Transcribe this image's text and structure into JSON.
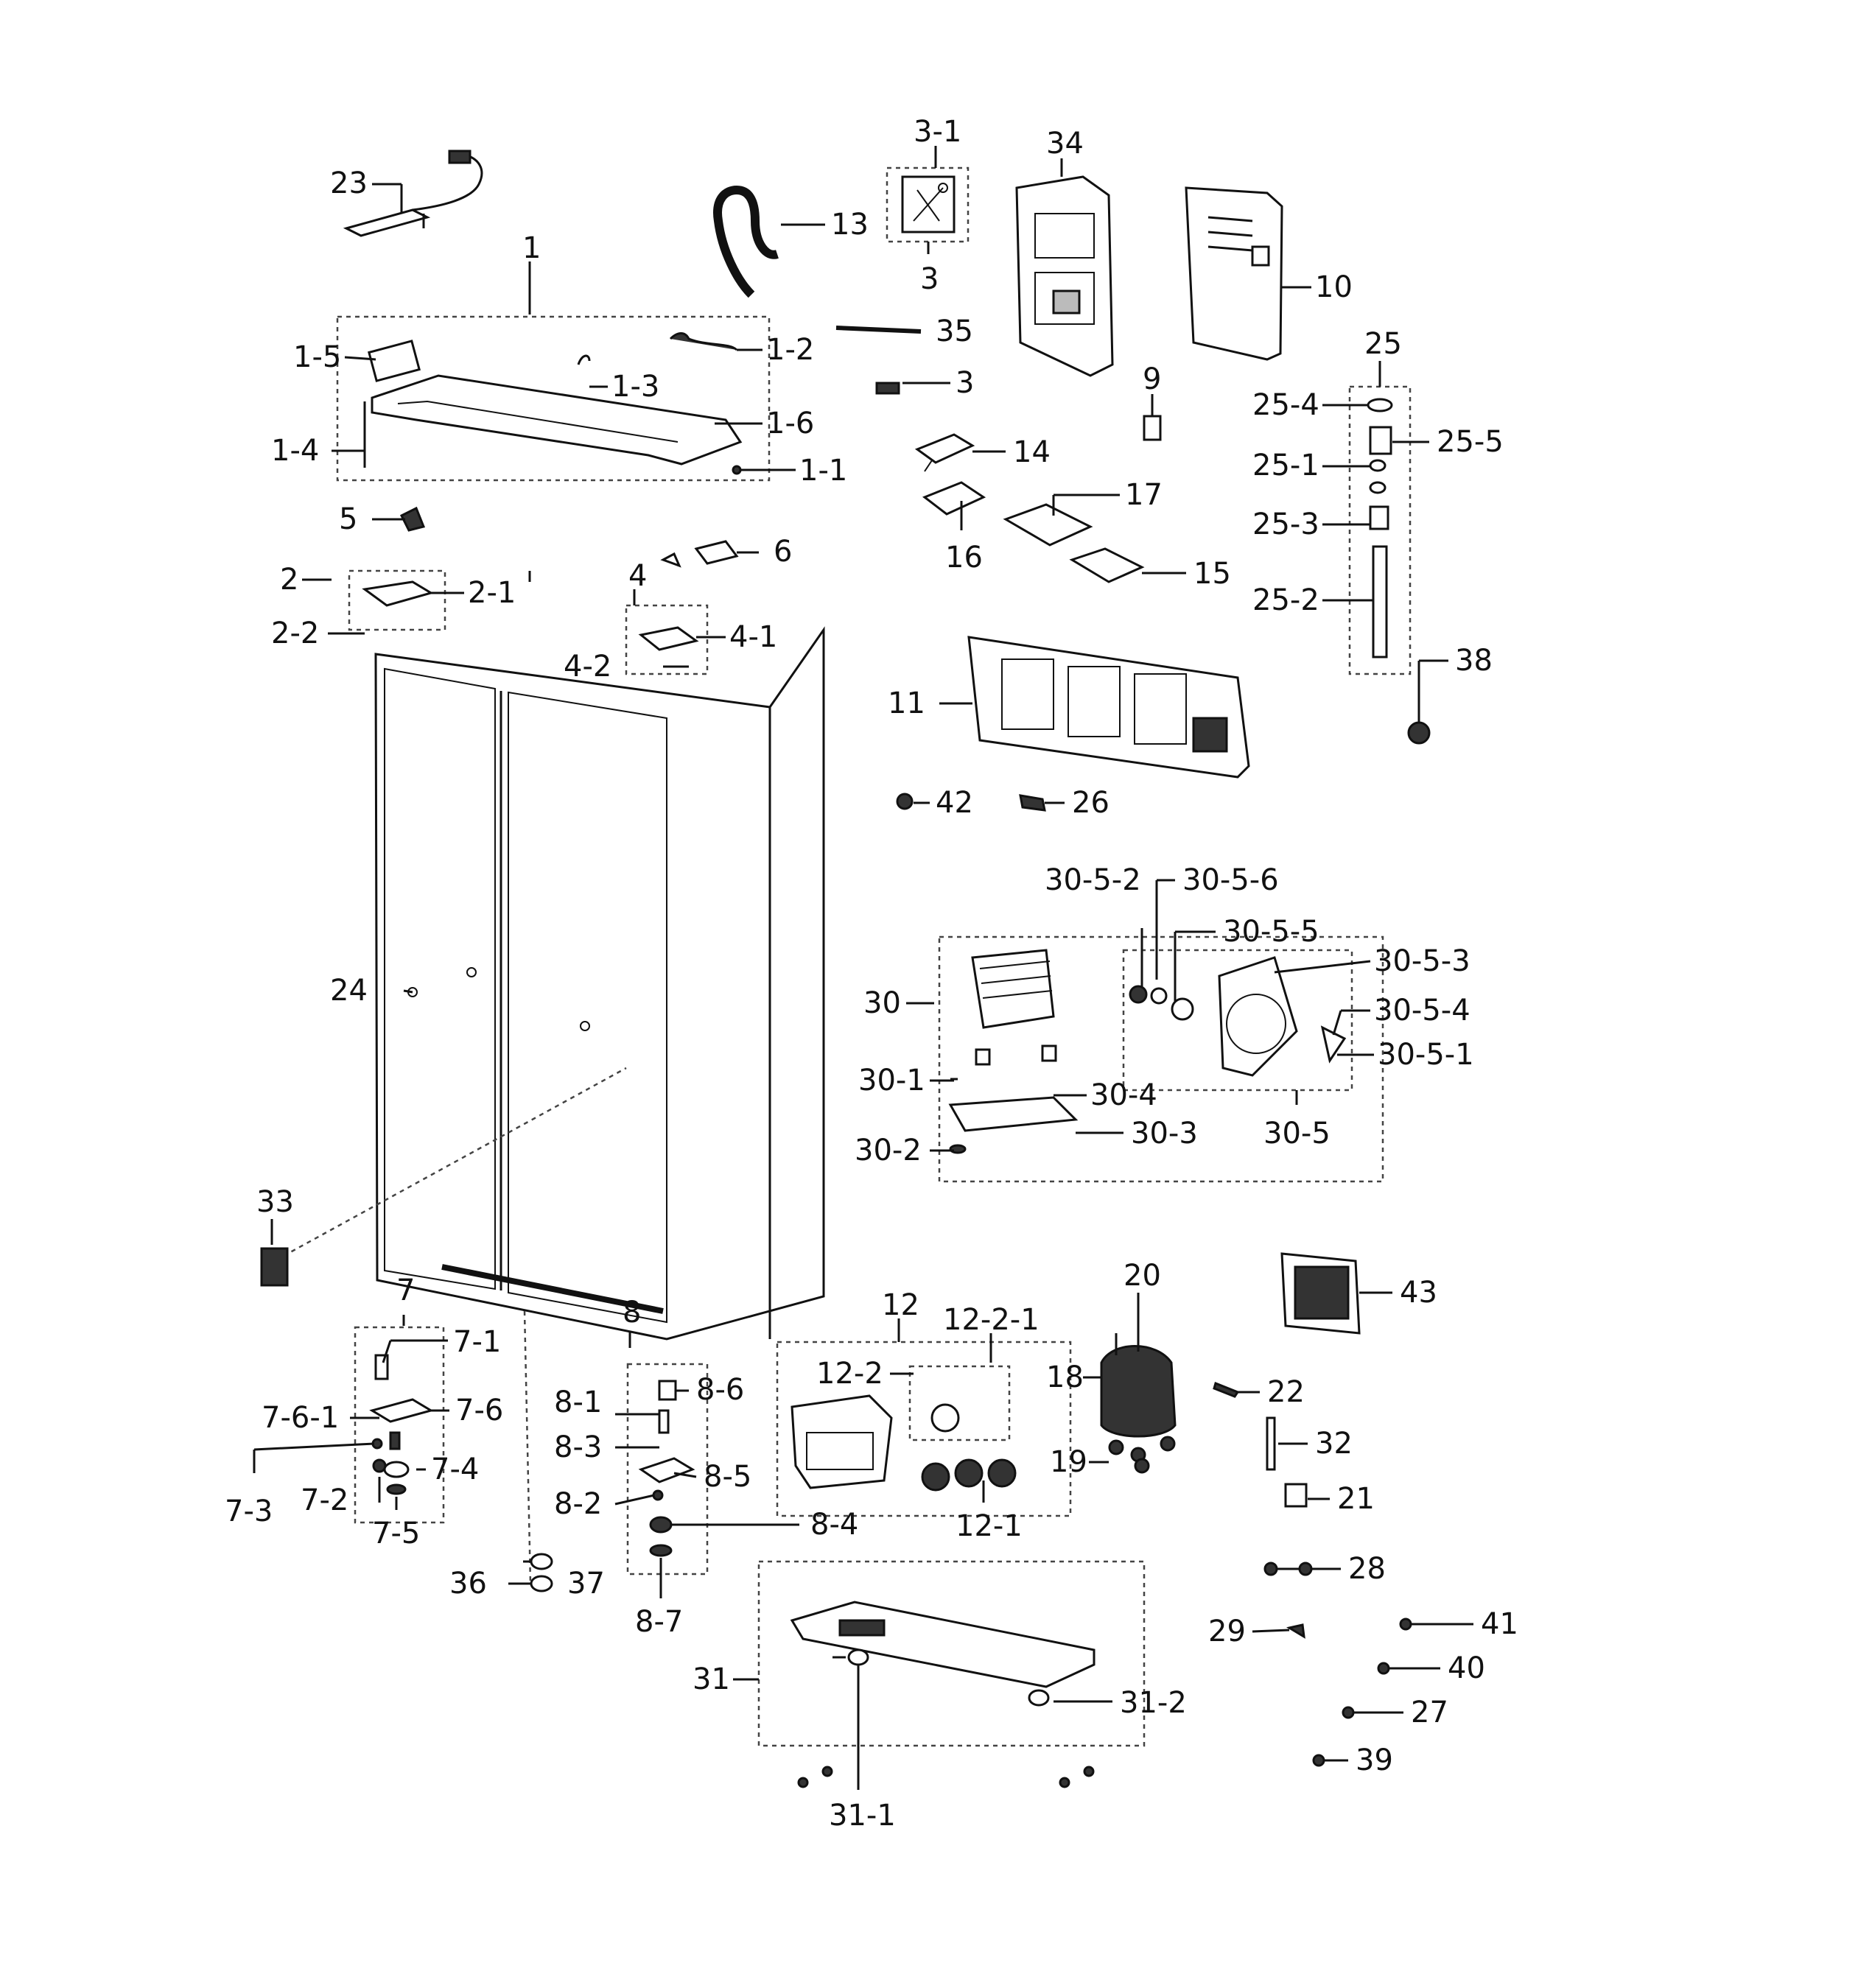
{
  "labels": {
    "l1": "1",
    "l1_1": "1-1",
    "l1_2": "1-2",
    "l1_3": "1-3",
    "l1_4": "1-4",
    "l1_5": "1-5",
    "l1_6": "1-6",
    "l2": "2",
    "l2_1": "2-1",
    "l2_2": "2-2",
    "l3_top": "3",
    "l3_mid": "3",
    "l3_1": "3-1",
    "l4": "4",
    "l4_1": "4-1",
    "l4_2": "4-2",
    "l5": "5",
    "l6": "6",
    "l7": "7",
    "l7_1": "7-1",
    "l7_2": "7-2",
    "l7_3": "7-3",
    "l7_4": "7-4",
    "l7_5": "7-5",
    "l7_6": "7-6",
    "l7_6_1": "7-6-1",
    "l8": "8",
    "l8_1": "8-1",
    "l8_2": "8-2",
    "l8_3": "8-3",
    "l8_4": "8-4",
    "l8_5": "8-5",
    "l8_6": "8-6",
    "l8_7": "8-7",
    "l9": "9",
    "l10": "10",
    "l11": "11",
    "l12": "12",
    "l12_1": "12-1",
    "l12_2": "12-2",
    "l12_2_1": "12-2-1",
    "l13": "13",
    "l14": "14",
    "l15": "15",
    "l16": "16",
    "l17": "17",
    "l18": "18",
    "l19": "19",
    "l20": "20",
    "l21": "21",
    "l22": "22",
    "l23": "23",
    "l24": "24",
    "l25": "25",
    "l25_1": "25-1",
    "l25_2": "25-2",
    "l25_3": "25-3",
    "l25_4": "25-4",
    "l25_5": "25-5",
    "l26": "26",
    "l27": "27",
    "l28": "28",
    "l29": "29",
    "l30": "30",
    "l30_1": "30-1",
    "l30_2": "30-2",
    "l30_3": "30-3",
    "l30_4": "30-4",
    "l30_5": "30-5",
    "l30_5_1": "30-5-1",
    "l30_5_2": "30-5-2",
    "l30_5_3": "30-5-3",
    "l30_5_4": "30-5-4",
    "l30_5_5": "30-5-5",
    "l30_5_6": "30-5-6",
    "l31": "31",
    "l31_1": "31-1",
    "l31_2": "31-2",
    "l32": "32",
    "l33": "33",
    "l34": "34",
    "l35": "35",
    "l36": "36",
    "l37": "37",
    "l38": "38",
    "l39": "39",
    "l40": "40",
    "l41": "41",
    "l42": "42",
    "l43": "43"
  }
}
